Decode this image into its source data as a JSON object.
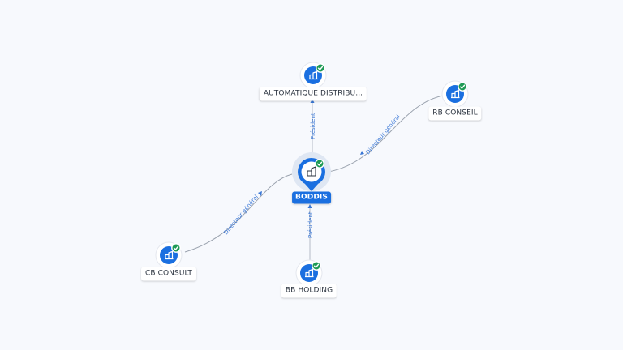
{
  "diagram": {
    "central_node": {
      "label": "BODDIS",
      "icon": "building-icon",
      "verified": true
    },
    "nodes": [
      {
        "id": "automatique",
        "label": "AUTOMATIQUE DISTRIBU...",
        "icon": "building-icon",
        "verified": true
      },
      {
        "id": "rbconseil",
        "label": "RB CONSEIL",
        "icon": "building-icon",
        "verified": true
      },
      {
        "id": "cbconsult",
        "label": "CB CONSULT",
        "icon": "building-icon",
        "verified": true
      },
      {
        "id": "bbholding",
        "label": "BB HOLDING",
        "icon": "building-icon",
        "verified": true
      }
    ],
    "relations": [
      {
        "from": "automatique",
        "to": "central",
        "label": "Président"
      },
      {
        "from": "rbconseil",
        "to": "central",
        "label": "Directeur général"
      },
      {
        "from": "cbconsult",
        "to": "central",
        "label": "Directeur général"
      },
      {
        "from": "bbholding",
        "to": "central",
        "label": "Président"
      }
    ]
  },
  "colors": {
    "accent": "#1a6fe0",
    "verified": "#1f9a55",
    "relation_text": "#3b78d6",
    "edge": "#9aa2ae"
  }
}
